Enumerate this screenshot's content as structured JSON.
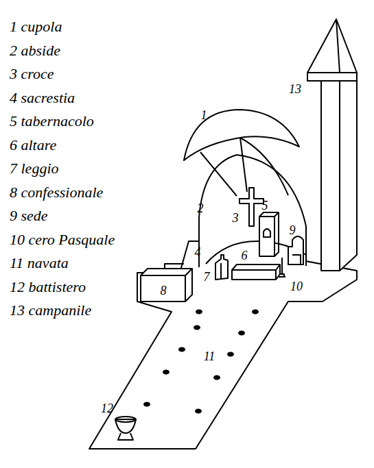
{
  "diagram": {
    "labels": [
      "1 cupola",
      "2 abside",
      "3 croce",
      "4 sacrestia",
      "5 tabernacolo",
      "6 altare",
      "7 leggio",
      "8 confessionale",
      "9 sede",
      "10 cero Pasquale",
      "11 navata",
      "12 battistero",
      "13 campanile",
      "1",
      "2",
      "3",
      "4",
      "5",
      "6",
      "7",
      "8",
      "9",
      "10",
      "11",
      "12",
      "13"
    ]
  }
}
